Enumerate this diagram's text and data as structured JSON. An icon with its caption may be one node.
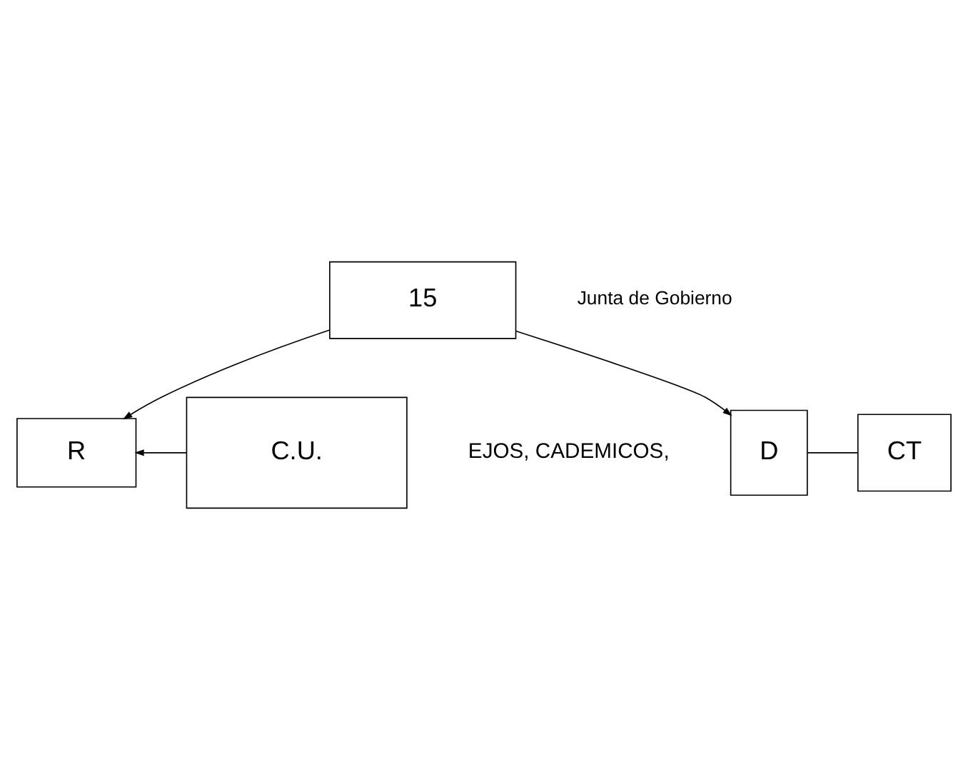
{
  "diagram": {
    "nodes": [
      {
        "text": [
          "15"
        ],
        "beside": [
          "Junta de Gobierno"
        ]
      },
      {
        "text": [
          "R"
        ]
      },
      {
        "text": [
          "C.U."
        ]
      },
      {
        "text": [
          "D"
        ]
      },
      {
        "text": [
          "CT"
        ]
      }
    ],
    "edges": [
      {
        "from": 0,
        "to": 1,
        "arrow": "to"
      },
      {
        "from": 0,
        "to": 3,
        "arrow": "to"
      },
      {
        "from": 2,
        "to": 1,
        "arrow": "to"
      },
      {
        "from": 3,
        "to": 4,
        "arrow": "none"
      }
    ],
    "labels": [
      "EJOS, CADEMICOS,"
    ]
  }
}
